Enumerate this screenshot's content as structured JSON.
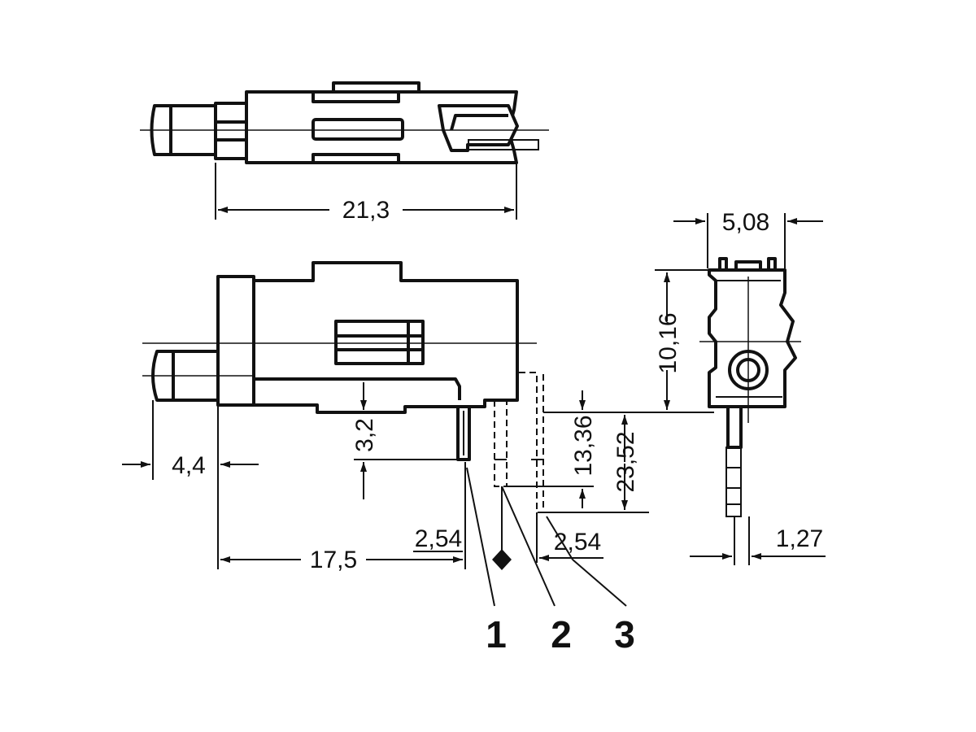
{
  "dimensions": {
    "overall_length": "21,3",
    "pin_pitch_end": "5,08",
    "height": "10,16",
    "standoff": "3,2",
    "pin_length_short": "13,36",
    "pin_length_long": "23,52",
    "plug_length": "4,4",
    "body_to_pin1": "17,5",
    "pitch_1_2": "2,54",
    "pitch_2_3": "2,54",
    "pin_width": "1,27"
  },
  "pins": {
    "pin1": "1",
    "pin2": "2",
    "pin3": "3"
  }
}
